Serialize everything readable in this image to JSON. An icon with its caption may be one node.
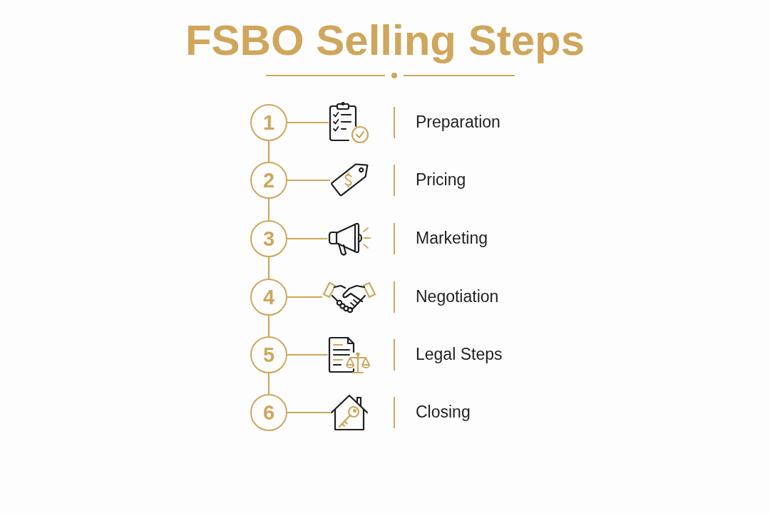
{
  "diagram": {
    "title": "FSBO Selling Steps",
    "nodes": [
      {
        "text": [
          "1"
        ]
      },
      {
        "text": [],
        "shape": "picture"
      },
      {
        "text": [
          "2"
        ]
      },
      {
        "text": [],
        "shape": "picture"
      },
      {
        "text": [
          "3"
        ]
      },
      {
        "text": [],
        "shape": "picture"
      },
      {
        "text": [
          "4"
        ]
      },
      {
        "text": [],
        "shape": "picture"
      },
      {
        "text": [
          "5"
        ]
      },
      {
        "text": [],
        "shape": "picture"
      },
      {
        "text": [
          "6"
        ]
      },
      {
        "text": [],
        "shape": "picture"
      }
    ],
    "edges": [
      {
        "from": 0,
        "to": 1,
        "arrow": "none"
      },
      {
        "from": 0,
        "to": 2,
        "arrow": "none"
      },
      {
        "from": 2,
        "to": 3,
        "arrow": "none"
      },
      {
        "from": 2,
        "to": 4,
        "arrow": "none"
      },
      {
        "from": 4,
        "to": 5,
        "arrow": "none"
      },
      {
        "from": 4,
        "to": 6,
        "arrow": "none"
      },
      {
        "from": 6,
        "to": 7,
        "arrow": "none"
      },
      {
        "from": 6,
        "to": 8,
        "arrow": "none"
      },
      {
        "from": 8,
        "to": 9,
        "arrow": "none"
      },
      {
        "from": 8,
        "to": 10,
        "arrow": "none"
      },
      {
        "from": 10,
        "to": 11,
        "arrow": "none"
      }
    ],
    "labels": [
      "Preparation",
      "Pricing",
      "Marketing",
      "Negotiation",
      "Legal Steps",
      "Closing"
    ]
  }
}
